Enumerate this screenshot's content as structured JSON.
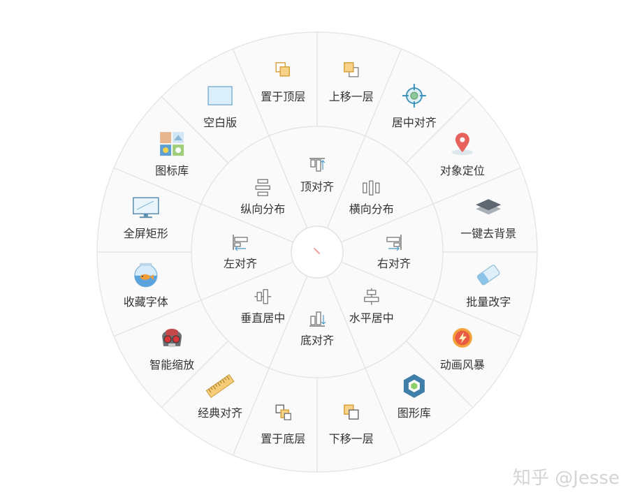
{
  "watermark": "知乎 @Jesse",
  "colors": {
    "ring_fill": "#fafafa",
    "ring_stroke": "#e2e2e2",
    "text": "#333333"
  },
  "inner_items": [
    {
      "key": "top-align",
      "label": "顶对齐",
      "icon": "align-top-icon"
    },
    {
      "key": "horizontal-distribute",
      "label": "横向分布",
      "icon": "distribute-horizontal-icon"
    },
    {
      "key": "right-align",
      "label": "右对齐",
      "icon": "align-right-icon"
    },
    {
      "key": "horizontal-center",
      "label": "水平居中",
      "icon": "center-horizontal-icon"
    },
    {
      "key": "bottom-align",
      "label": "底对齐",
      "icon": "align-bottom-icon"
    },
    {
      "key": "vertical-center",
      "label": "垂直居中",
      "icon": "center-vertical-icon"
    },
    {
      "key": "left-align",
      "label": "左对齐",
      "icon": "align-left-icon"
    },
    {
      "key": "vertical-distribute",
      "label": "纵向分布",
      "icon": "distribute-vertical-icon"
    }
  ],
  "outer_items": [
    {
      "key": "move-up-layer",
      "label": "上移一层",
      "icon": "move-up-layer-icon"
    },
    {
      "key": "center-align",
      "label": "居中对齐",
      "icon": "target-icon"
    },
    {
      "key": "object-locate",
      "label": "对象定位",
      "icon": "map-pin-icon"
    },
    {
      "key": "remove-background",
      "label": "一键去背景",
      "icon": "layers-icon"
    },
    {
      "key": "batch-edit-text",
      "label": "批量改字",
      "icon": "eraser-icon"
    },
    {
      "key": "animation-style",
      "label": "动画风暴",
      "icon": "lightning-icon"
    },
    {
      "key": "shape-library",
      "label": "图形库",
      "icon": "hexagon-icon"
    },
    {
      "key": "move-down-layer",
      "label": "下移一层",
      "icon": "move-down-layer-icon"
    },
    {
      "key": "bring-to-bottom",
      "label": "置于底层",
      "icon": "send-to-back-icon"
    },
    {
      "key": "classic-align",
      "label": "经典对齐",
      "icon": "ruler-icon"
    },
    {
      "key": "smart-scale",
      "label": "智能缩放",
      "icon": "antman-icon"
    },
    {
      "key": "favorite-fonts",
      "label": "收藏字体",
      "icon": "fishbowl-icon"
    },
    {
      "key": "fullscreen-rect",
      "label": "全屏矩形",
      "icon": "monitor-icon"
    },
    {
      "key": "icon-library",
      "label": "图标库",
      "icon": "image-grid-icon"
    },
    {
      "key": "blank-layout",
      "label": "空白版",
      "icon": "blank-rect-icon"
    },
    {
      "key": "bring-to-top",
      "label": "置于顶层",
      "icon": "bring-to-front-icon"
    }
  ]
}
